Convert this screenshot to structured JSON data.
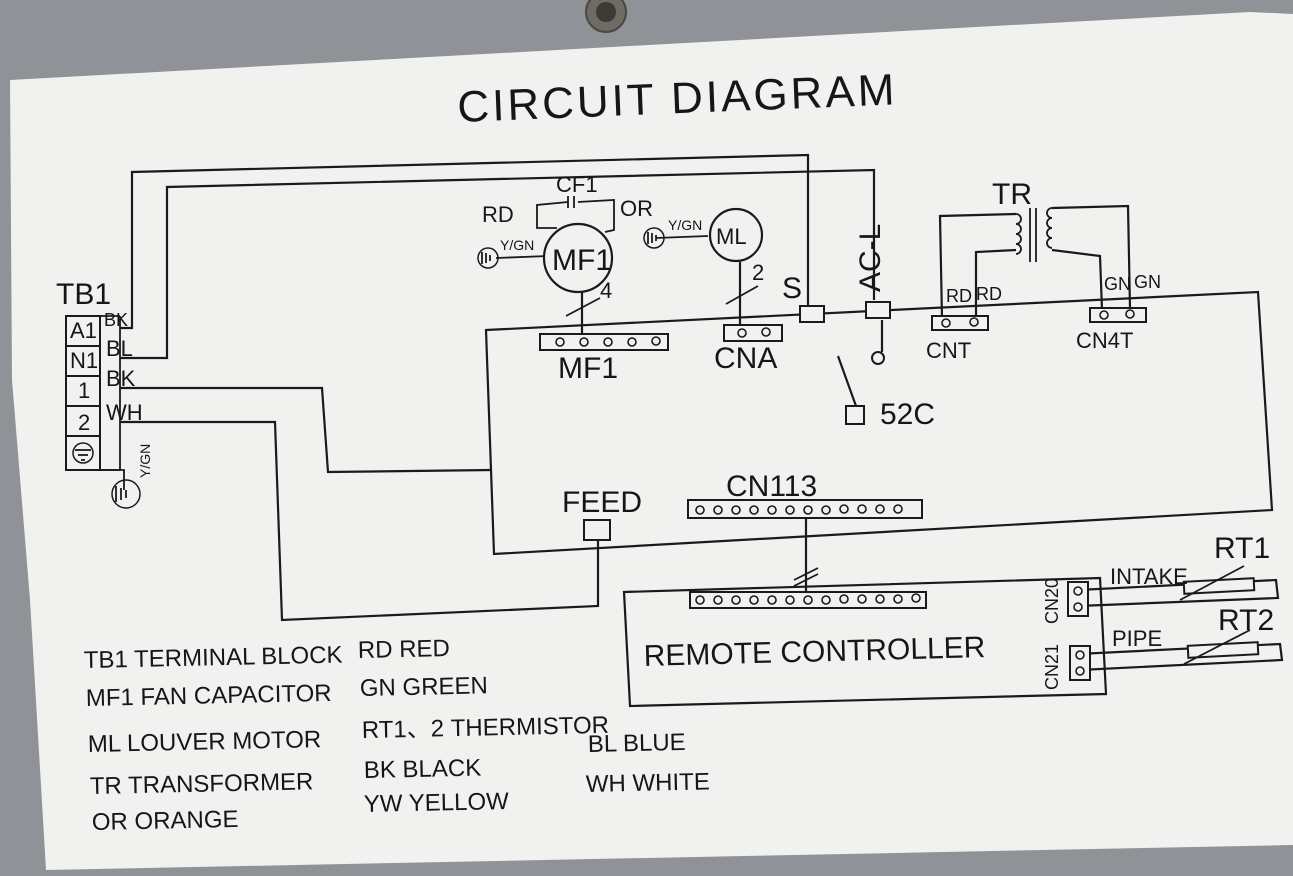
{
  "title": "CIRCUIT DIAGRAM",
  "components": {
    "tb1": "TB1",
    "tb1_terms": [
      "A1",
      "N1",
      "1",
      "2"
    ],
    "tb1_wires": [
      "BK",
      "BL",
      "BK",
      "WH"
    ],
    "ground_wire": "Y/GN",
    "cf1": "CF1",
    "mf1_motor": "MF1",
    "mf1_wire_left": "RD",
    "mf1_wire_right": "OR",
    "mf1_ground": "Y/GN",
    "mf1_wires": "4",
    "ml_motor": "ML",
    "ml_ground": "Y/GN",
    "ml_wires": "2",
    "s": "S",
    "acl": "AC-L",
    "tr": "TR",
    "tr_wires_left": [
      "RD",
      "RD"
    ],
    "tr_wires_right": [
      "GN",
      "GN"
    ],
    "mf1_conn": "MF1",
    "cna": "CNA",
    "cnt": "CNT",
    "cn4t": "CN4T",
    "relay": "52C",
    "feed": "FEED",
    "cn113": "CN113",
    "remote": "REMOTE CONTROLLER",
    "cn20": "CN20",
    "cn21": "CN21",
    "rt1": "RT1",
    "rt2": "RT2",
    "intake": "INTAKE",
    "pipe": "PIPE"
  },
  "legend": {
    "col1": [
      "TB1  TERMINAL BLOCK",
      "MF1  FAN CAPACITOR",
      "ML  LOUVER MOTOR",
      "TR  TRANSFORMER",
      "OR  ORANGE"
    ],
    "col2": [
      "RD  RED",
      "GN  GREEN",
      "RT1、2 THERMISTOR",
      "BK  BLACK",
      "YW YELLOW"
    ],
    "col3": [
      "BL  BLUE",
      "WH  WHITE"
    ]
  }
}
